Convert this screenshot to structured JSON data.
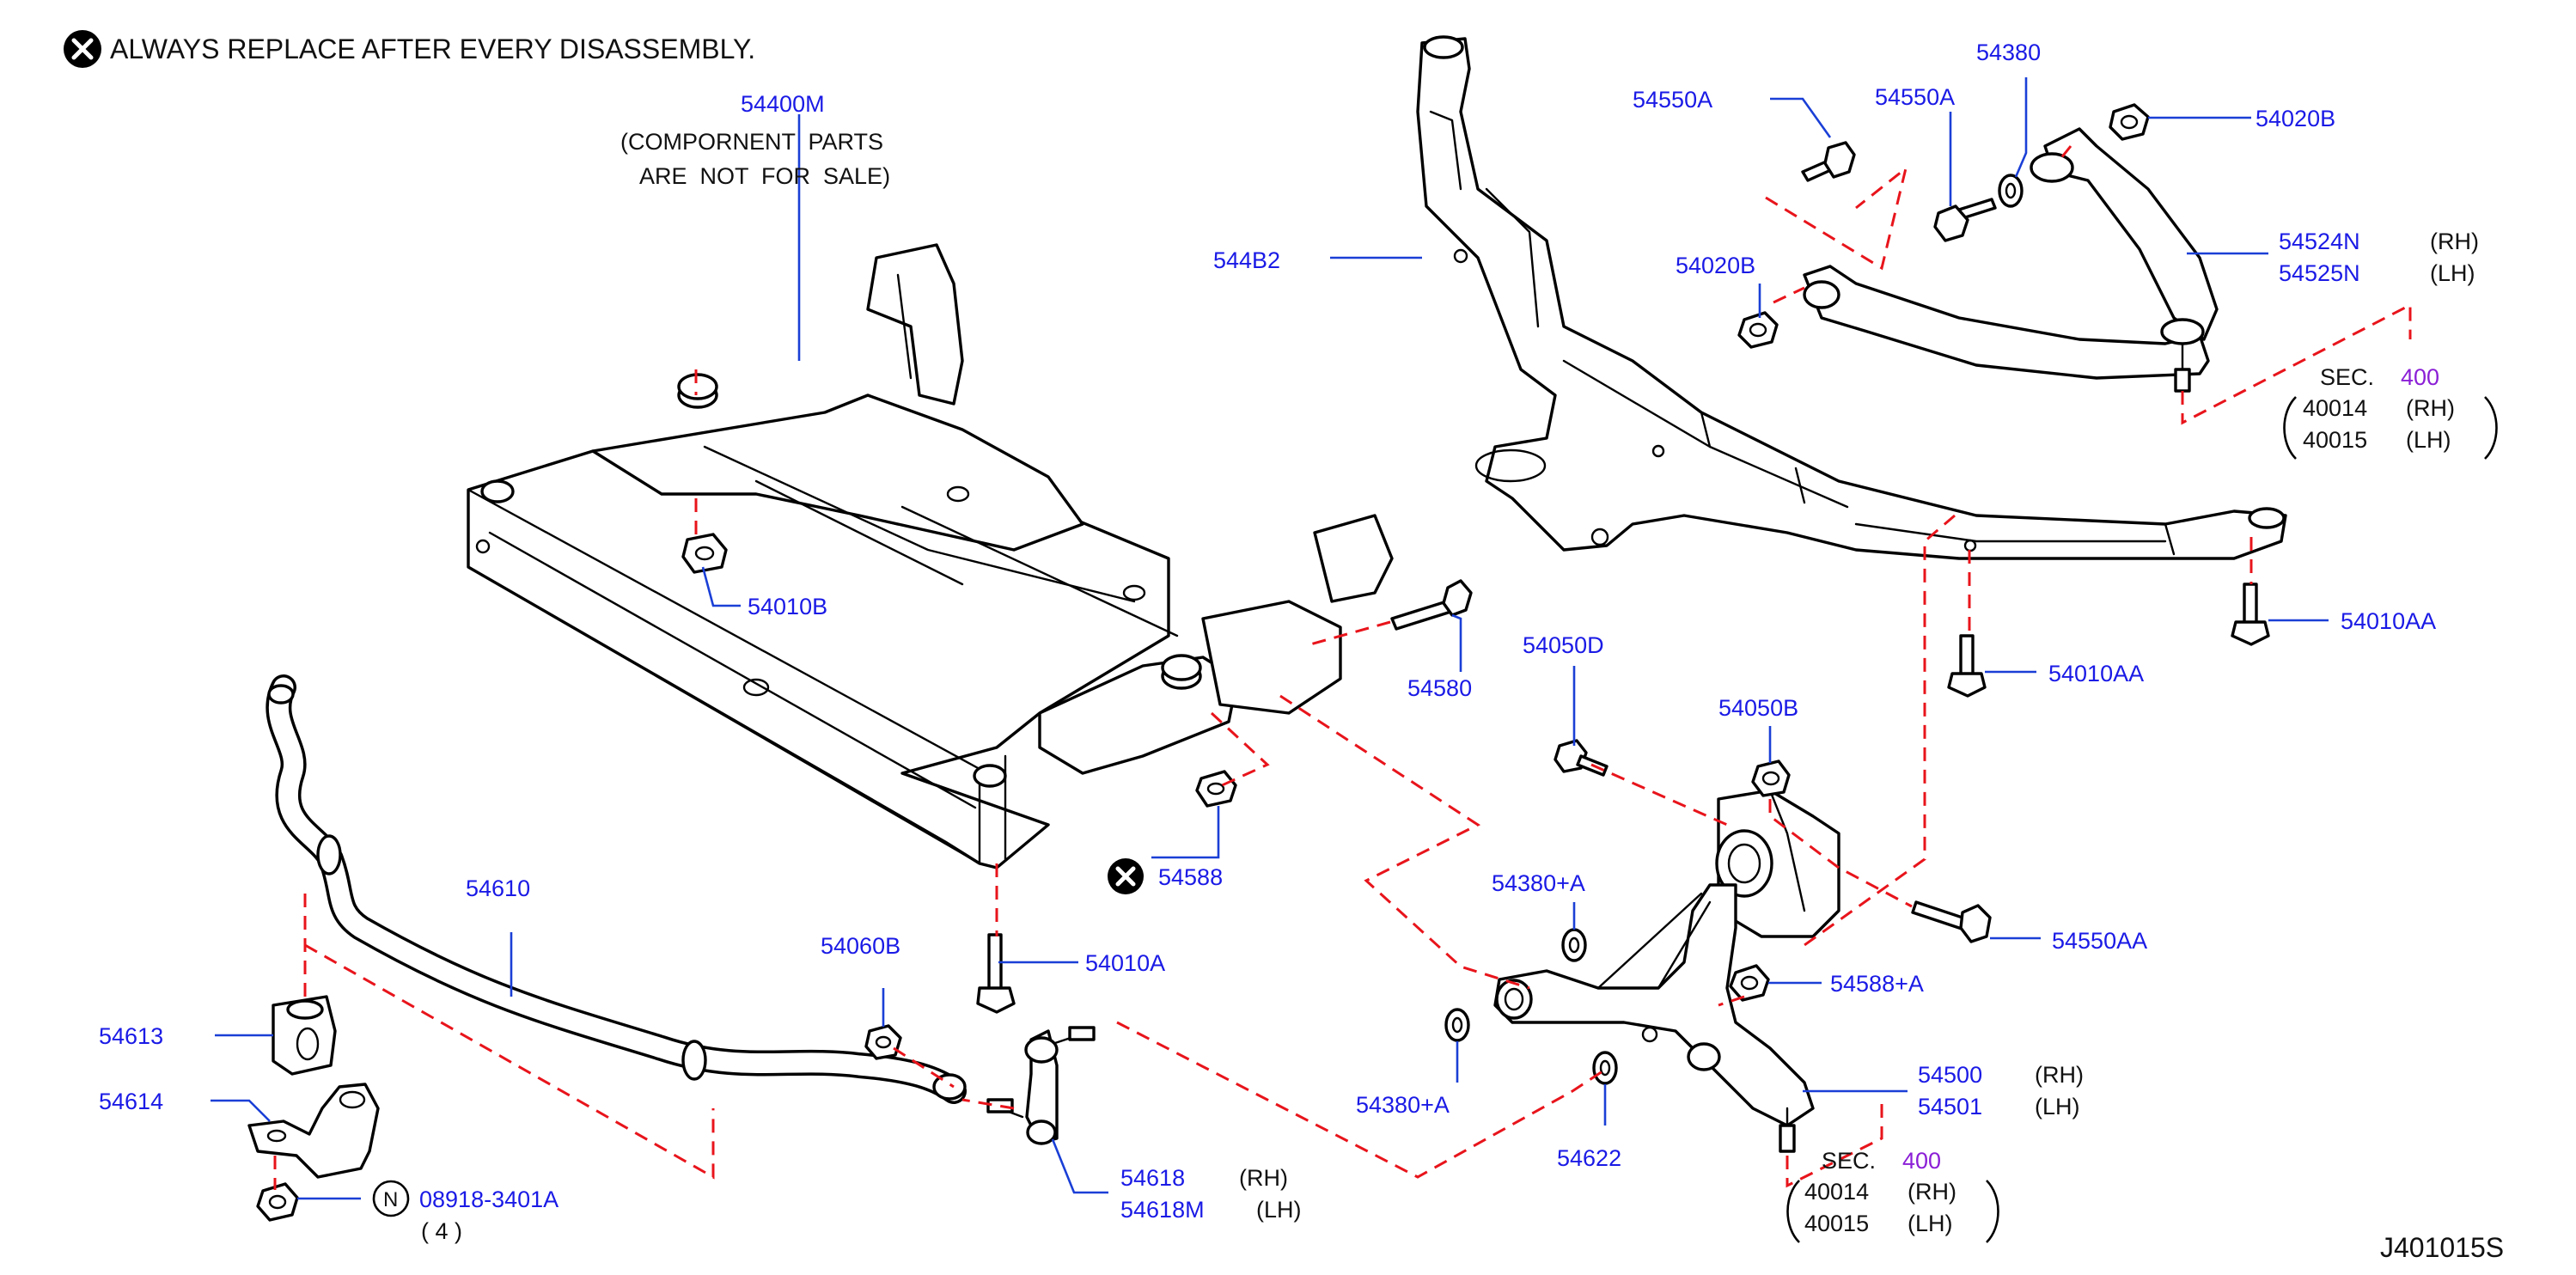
{
  "header": {
    "note": "ALWAYS  REPLACE  AFTER  EVERY  DISASSEMBLY."
  },
  "diagram_id": "J401015S",
  "frame": {
    "part_no": "54400M",
    "note_line1": "(COMPORNENT  PARTS",
    "note_line2": "ARE  NOT  FOR  SALE)"
  },
  "labels": {
    "p54010B": "54010B",
    "p54580": "54580",
    "p54588": "54588",
    "p54010A": "54010A",
    "p544B2": "544B2",
    "p54550A_left": "54550A",
    "p54550A_mid": "54550A",
    "p54380": "54380",
    "p54020B_top": "54020B",
    "p54020B_mid": "54020B",
    "p54524N": "54524N",
    "p54525N": "54525N",
    "rh": "(RH)",
    "lh": "(LH)",
    "p54010AA_right": "54010AA",
    "p54010AA_mid": "54010AA",
    "p54050D": "54050D",
    "p54050B": "54050B",
    "p54550AA": "54550AA",
    "p54380A_top": "54380+A",
    "p54380A_bot": "54380+A",
    "p54588A": "54588+A",
    "p54622": "54622",
    "p54500": "54500",
    "p54501": "54501",
    "p54610": "54610",
    "p54060B": "54060B",
    "p54613": "54613",
    "p54614": "54614",
    "p08918": "08918-3401A",
    "qty": "( 4 )",
    "n_mark": "N",
    "p54618": "54618",
    "p54618M": "54618M"
  },
  "sec_upper": {
    "sec": "SEC.",
    "num": "400",
    "l1": "40014",
    "l2": "40015",
    "rh": "(RH)",
    "lh": "(LH)"
  },
  "sec_lower": {
    "sec": "SEC.",
    "num": "400",
    "l1": "40014",
    "l2": "40015",
    "rh": "(RH)",
    "lh": "(LH)"
  },
  "colors": {
    "part_label": "#1a1ae6",
    "section_ref": "#8b1fd6",
    "leader": "#1a3fd6",
    "assembly_dash": "#e8141b"
  }
}
